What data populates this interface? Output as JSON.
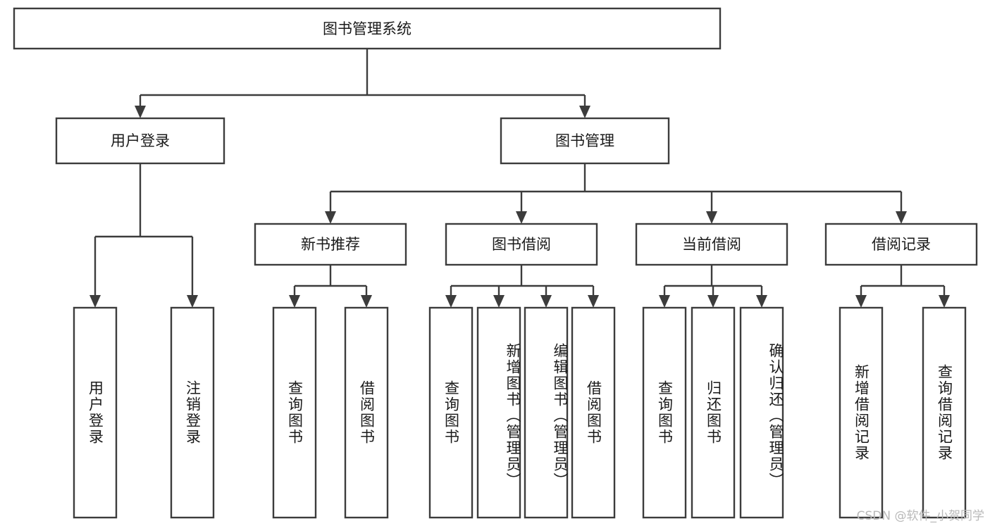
{
  "diagram": {
    "type": "tree-hierarchy",
    "title": "图书管理系统",
    "watermark": "CSDN @软件_小贺同学",
    "levels": {
      "level1": [
        {
          "id": "root",
          "label": "图书管理系统"
        }
      ],
      "level2": [
        {
          "id": "user-login",
          "label": "用户登录",
          "parent": "root"
        },
        {
          "id": "book-manage",
          "label": "图书管理",
          "parent": "root"
        }
      ],
      "level3": [
        {
          "id": "new-book-rec",
          "label": "新书推荐",
          "parent": "book-manage"
        },
        {
          "id": "book-borrow",
          "label": "图书借阅",
          "parent": "book-manage"
        },
        {
          "id": "current-borrow",
          "label": "当前借阅",
          "parent": "book-manage"
        },
        {
          "id": "borrow-record",
          "label": "借阅记录",
          "parent": "book-manage"
        }
      ],
      "leaves": [
        {
          "id": "leaf-user-login",
          "label": "用户登录",
          "parent": "user-login"
        },
        {
          "id": "leaf-logout",
          "label": "注销登录",
          "parent": "user-login"
        },
        {
          "id": "leaf-query-book-1",
          "label": "查询图书",
          "parent": "new-book-rec"
        },
        {
          "id": "leaf-borrow-book-1",
          "label": "借阅图书",
          "parent": "new-book-rec"
        },
        {
          "id": "leaf-query-book-2",
          "label": "查询图书",
          "parent": "book-borrow"
        },
        {
          "id": "leaf-add-book",
          "label": "新增图书（管理员）",
          "parent": "book-borrow"
        },
        {
          "id": "leaf-edit-book",
          "label": "编辑图书（管理员）",
          "parent": "book-borrow"
        },
        {
          "id": "leaf-borrow-book-2",
          "label": "借阅图书",
          "parent": "book-borrow"
        },
        {
          "id": "leaf-query-book-3",
          "label": "查询图书",
          "parent": "current-borrow"
        },
        {
          "id": "leaf-return-book",
          "label": "归还图书",
          "parent": "current-borrow"
        },
        {
          "id": "leaf-confirm-return",
          "label": "确认归还（管理员）",
          "parent": "current-borrow"
        },
        {
          "id": "leaf-add-record",
          "label": "新增借阅记录",
          "parent": "borrow-record"
        },
        {
          "id": "leaf-query-record",
          "label": "查询借阅记录",
          "parent": "borrow-record"
        }
      ]
    },
    "colors": {
      "stroke": "#3c3c3c",
      "fill": "#ffffff",
      "text": "#1a1a1a",
      "watermark": "#b9b9b9"
    }
  }
}
